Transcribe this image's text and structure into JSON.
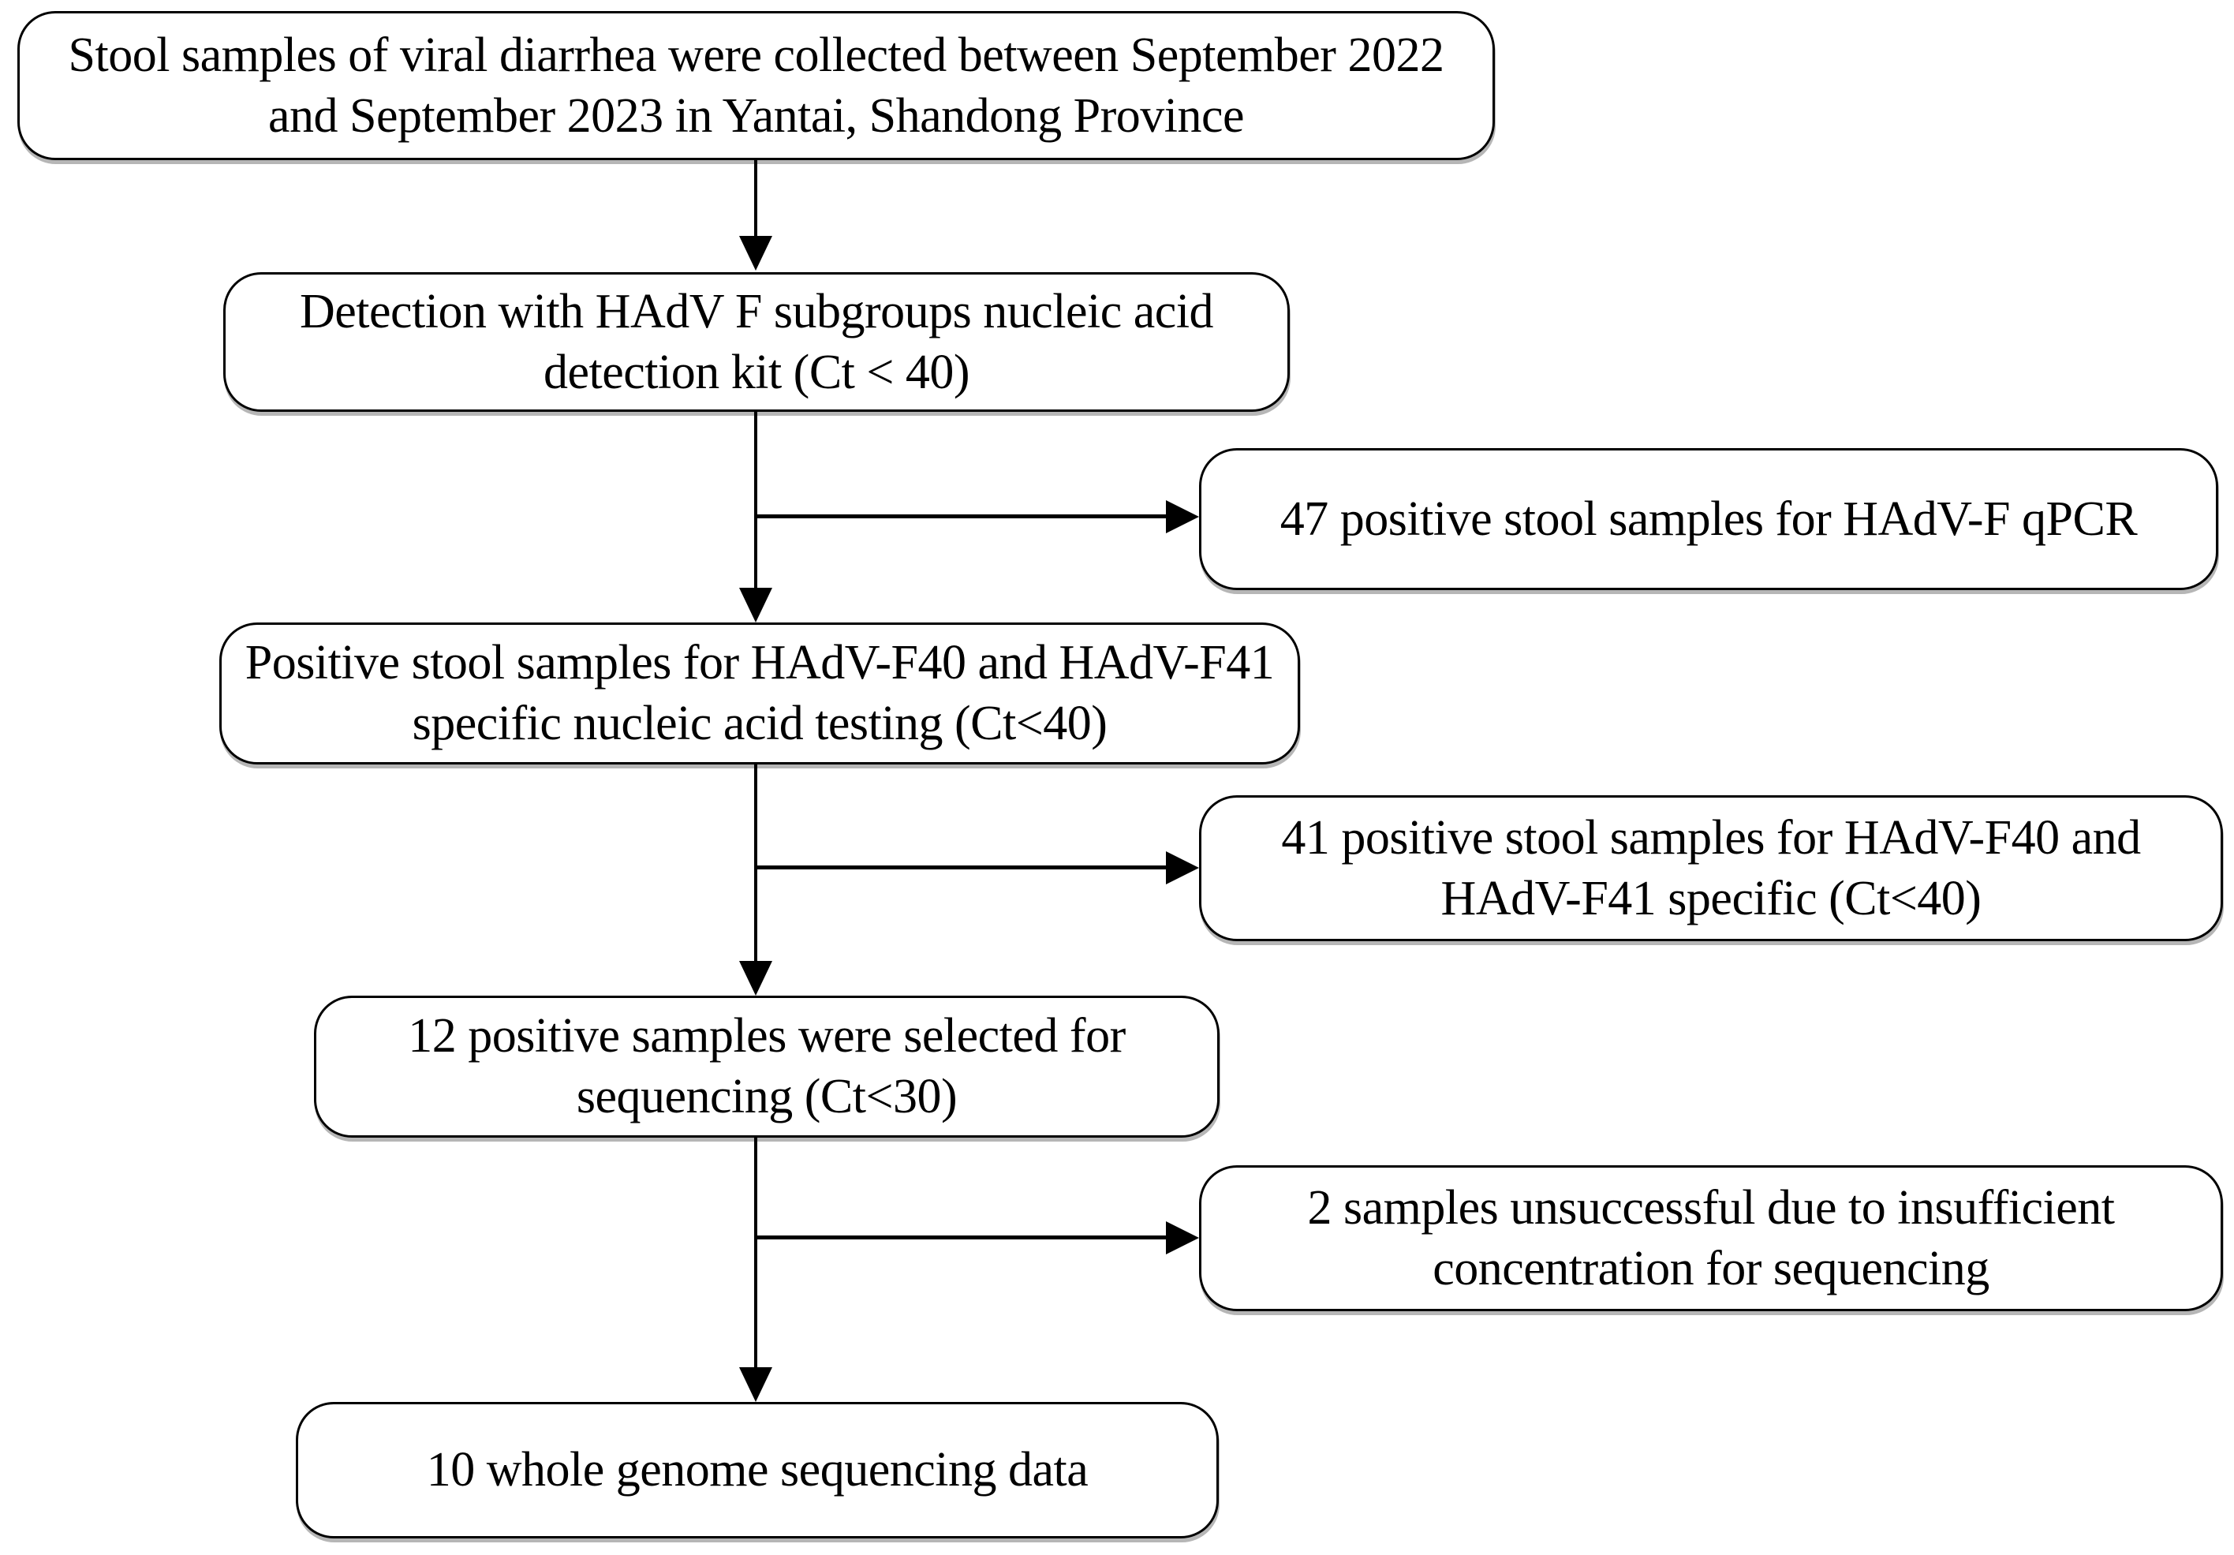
{
  "flowchart": {
    "nodes": {
      "collection": {
        "text": "Stool samples of viral diarrhea were collected between September 2022 and September 2023 in Yantai, Shandong Province"
      },
      "detection": {
        "text": "Detection with HAdV F subgroups nucleic acid detection kit (Ct < 40)"
      },
      "qpcr_positive": {
        "text": "47 positive stool samples for HAdV-F qPCR"
      },
      "specific_testing": {
        "text": "Positive stool samples for HAdV-F40 and HAdV-F41 specific nucleic acid testing (Ct<40)"
      },
      "specific_positive": {
        "text": "41 positive stool samples for HAdV-F40 and HAdV-F41 specific (Ct<40)"
      },
      "selected_sequencing": {
        "text": "12 positive samples were selected for sequencing (Ct<30)"
      },
      "unsuccessful": {
        "text": "2 samples unsuccessful due to insufficient concentration for sequencing"
      },
      "wgs_data": {
        "text": "10 whole genome sequencing data"
      }
    },
    "edges": [
      {
        "from": "collection",
        "to": "detection",
        "type": "down-arrow"
      },
      {
        "from": "detection",
        "to": "specific_testing",
        "type": "down-arrow"
      },
      {
        "from": "detection",
        "to": "qpcr_positive",
        "type": "right-branch-arrow"
      },
      {
        "from": "specific_testing",
        "to": "selected_sequencing",
        "type": "down-arrow"
      },
      {
        "from": "specific_testing",
        "to": "specific_positive",
        "type": "right-branch-arrow"
      },
      {
        "from": "selected_sequencing",
        "to": "wgs_data",
        "type": "down-arrow"
      },
      {
        "from": "selected_sequencing",
        "to": "unsuccessful",
        "type": "right-branch-arrow"
      }
    ],
    "colors": {
      "box_border": "#000000",
      "box_background": "#ffffff",
      "text": "#000000",
      "arrow": "#000000",
      "page_background": "#ffffff"
    }
  }
}
